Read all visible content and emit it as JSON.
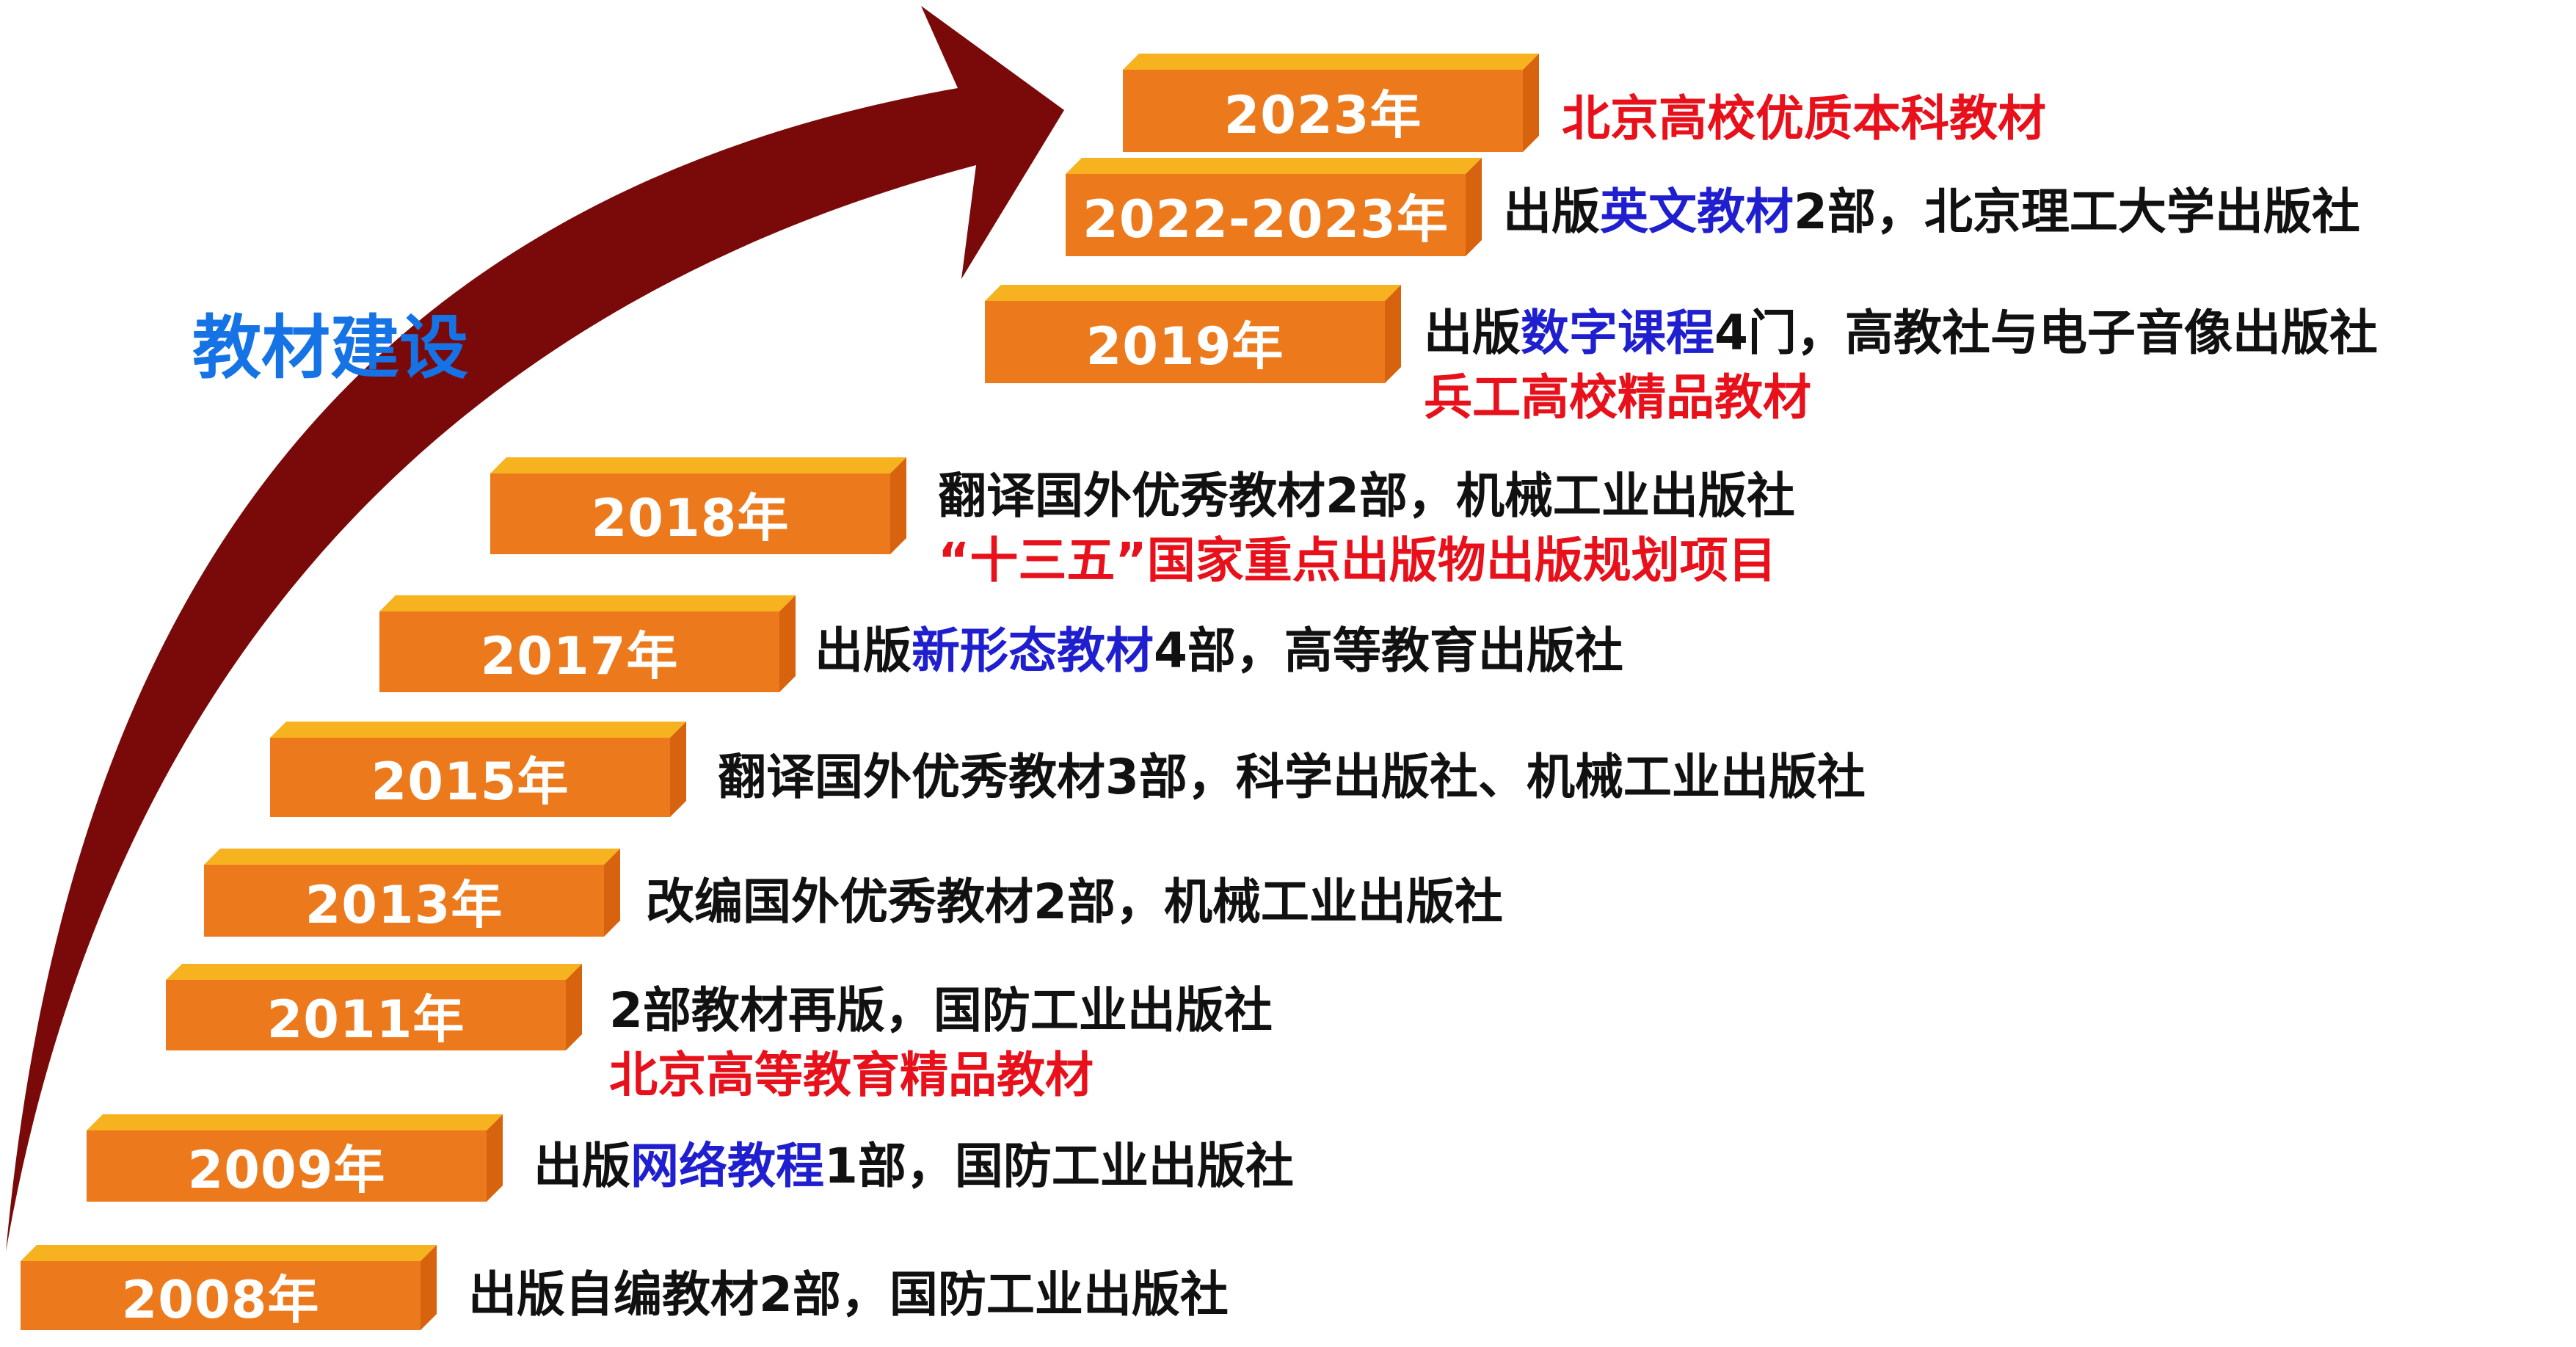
{
  "title": "教材建设",
  "colors": {
    "box_front": "#ec7a1c",
    "box_top": "#f7b21f",
    "box_side": "#d8630f",
    "arrow": "#7a0a0a",
    "title": "#1673e6",
    "text_black": "#111111",
    "text_blue": "#1f1fd0",
    "text_red": "#e8101a"
  },
  "milestones": [
    {
      "year": "2008年",
      "lines": [
        [
          {
            "t": "出版自编教材2部，国防工业出版社",
            "c": "black"
          }
        ]
      ]
    },
    {
      "year": "2009年",
      "lines": [
        [
          {
            "t": "出版",
            "c": "black"
          },
          {
            "t": "网络教程",
            "c": "blue"
          },
          {
            "t": "1部，国防工业出版社",
            "c": "black"
          }
        ]
      ]
    },
    {
      "year": "2011年",
      "lines": [
        [
          {
            "t": "2部教材再版，国防工业出版社",
            "c": "black"
          }
        ],
        [
          {
            "t": "北京高等教育精品教材",
            "c": "red"
          }
        ]
      ]
    },
    {
      "year": "2013年",
      "lines": [
        [
          {
            "t": "改编国外优秀教材2部，机械工业出版社",
            "c": "black"
          }
        ]
      ]
    },
    {
      "year": "2015年",
      "lines": [
        [
          {
            "t": "翻译国外优秀教材3部，科学出版社、机械工业出版社",
            "c": "black"
          }
        ]
      ]
    },
    {
      "year": "2017年",
      "lines": [
        [
          {
            "t": "出版",
            "c": "black"
          },
          {
            "t": "新形态教材",
            "c": "blue"
          },
          {
            "t": "4部，高等教育出版社",
            "c": "black"
          }
        ]
      ]
    },
    {
      "year": "2018年",
      "lines": [
        [
          {
            "t": "翻译国外优秀教材2部，机械工业出版社",
            "c": "black"
          }
        ],
        [
          {
            "t": "“十三五”国家重点出版物出版规划项目",
            "c": "red"
          }
        ]
      ]
    },
    {
      "year": "2019年",
      "lines": [
        [
          {
            "t": "出版",
            "c": "black"
          },
          {
            "t": "数字课程",
            "c": "blue"
          },
          {
            "t": "4门，高教社与电子音像出版社",
            "c": "black"
          }
        ],
        [
          {
            "t": "兵工高校精品教材",
            "c": "red"
          }
        ]
      ]
    },
    {
      "year": "2022-2023年",
      "lines": [
        [
          {
            "t": "出版",
            "c": "black"
          },
          {
            "t": "英文教材",
            "c": "blue"
          },
          {
            "t": "2部，北京理工大学出版社",
            "c": "black"
          }
        ]
      ]
    },
    {
      "year": "2023年",
      "lines": [
        [
          {
            "t": "北京高校优质本科教材",
            "c": "red"
          }
        ]
      ]
    }
  ]
}
